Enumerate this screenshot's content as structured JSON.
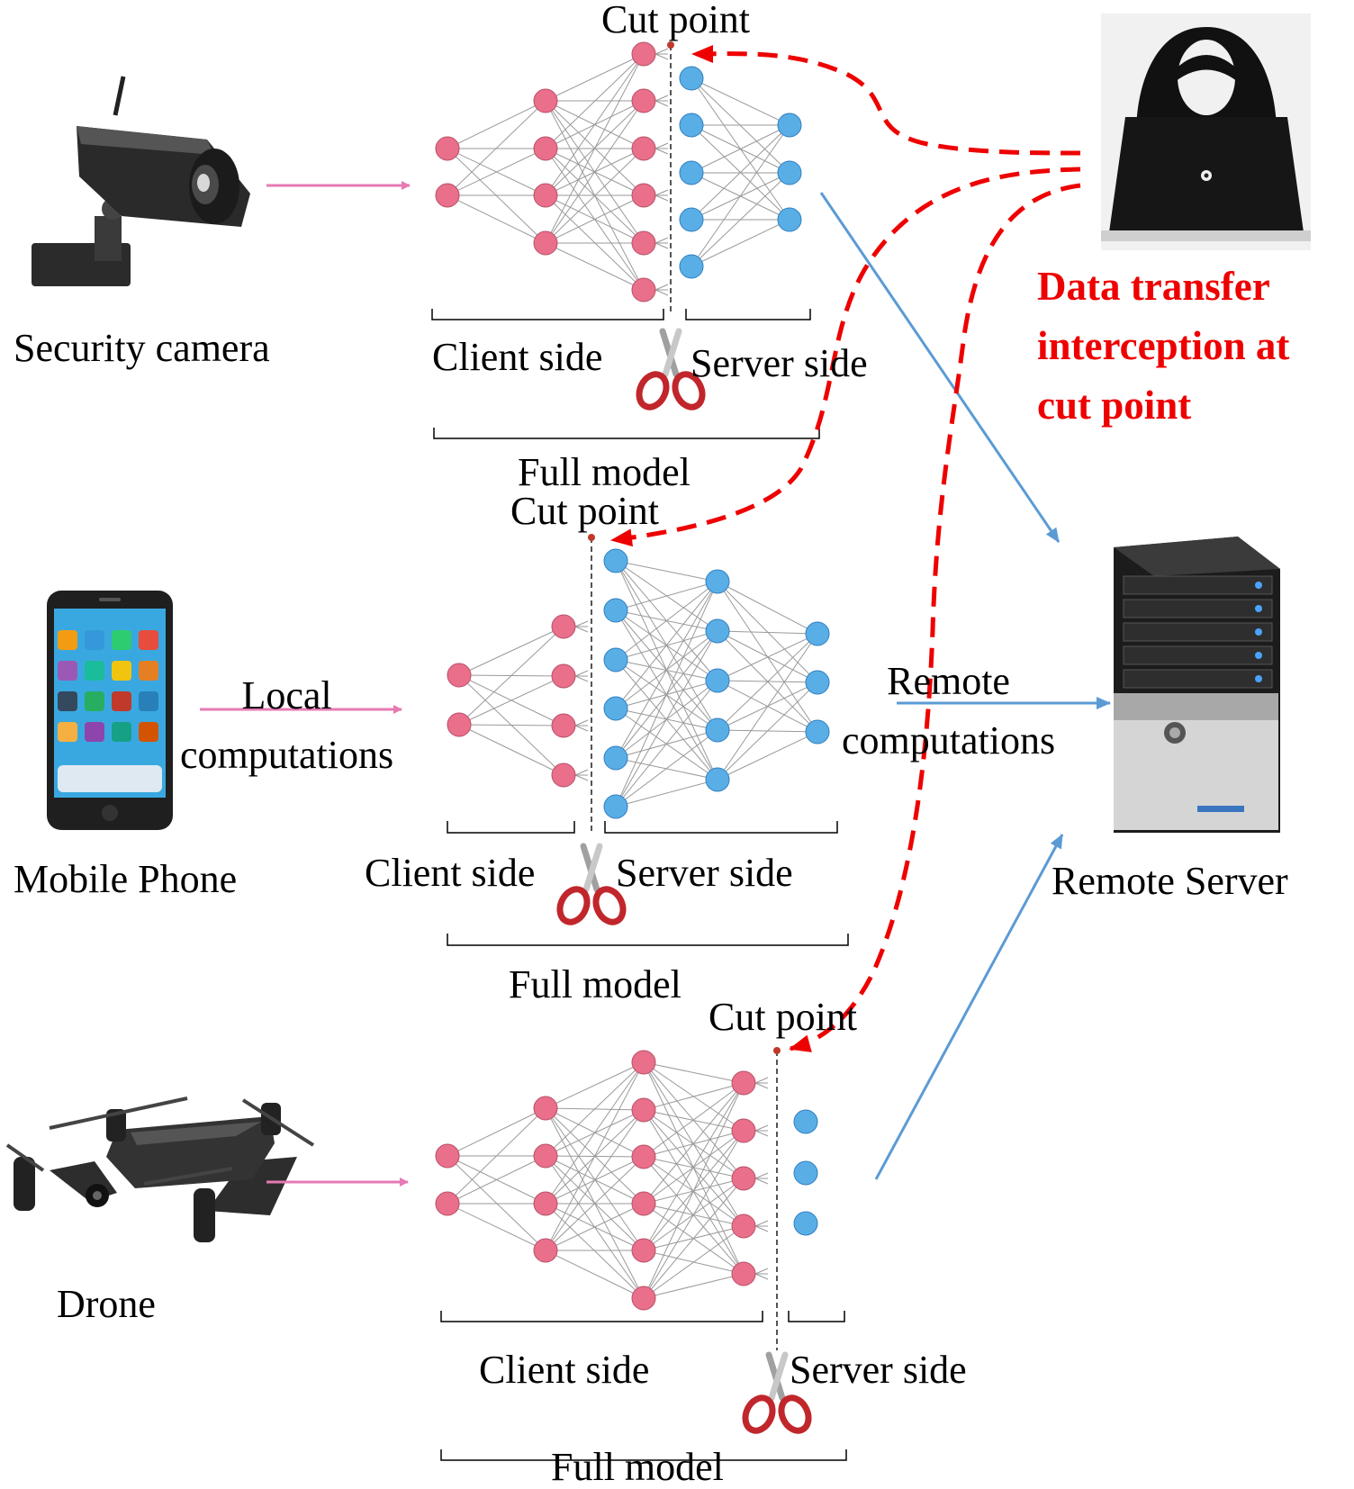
{
  "devices": {
    "camera": "Security camera",
    "phone": "Mobile Phone",
    "drone": "Drone",
    "server": "Remote Server"
  },
  "models": [
    {
      "cut_label": "Cut point",
      "client_label": "Client side",
      "server_label": "Server side",
      "full_label": "Full model"
    },
    {
      "cut_label": "Cut point",
      "client_label": "Client side",
      "server_label": "Server side",
      "full_label": "Full model"
    },
    {
      "cut_label": "Cut point",
      "client_label": "Client side",
      "server_label": "Server side",
      "full_label": "Full model"
    }
  ],
  "arrows": {
    "local": "Local\ncomputations",
    "remote": "Remote\ncomputations"
  },
  "attacker": {
    "caption": "Data transfer\ninterception at\ncut point"
  },
  "colors": {
    "client_node": "#e96f8a",
    "server_node": "#5aaee6",
    "local_arrow": "#e67ab4",
    "remote_arrow": "#5b9bd5",
    "attack": "#ee0000"
  }
}
